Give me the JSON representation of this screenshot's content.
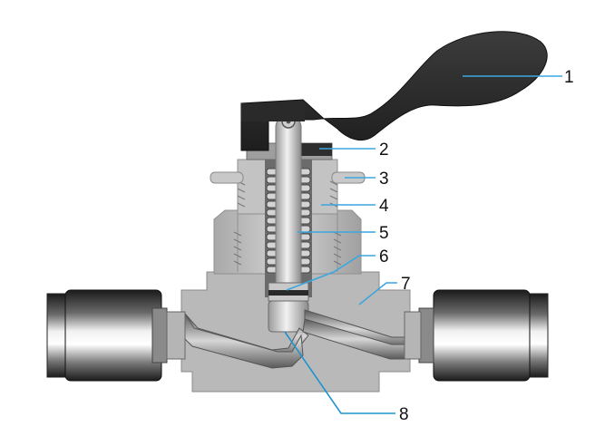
{
  "colors": {
    "leader_line": "#3aa7df",
    "leader_line_lower": "#1f93cf",
    "body": "#b8b8b8",
    "handle": "#2e2e2e",
    "stem": "#d8d8d8",
    "spring": "#c9c9c9",
    "nut_dark": "#1a1a1a"
  },
  "callouts": [
    {
      "id": "1",
      "label": "1"
    },
    {
      "id": "2",
      "label": "2"
    },
    {
      "id": "3",
      "label": "3"
    },
    {
      "id": "4",
      "label": "4"
    },
    {
      "id": "5",
      "label": "5"
    },
    {
      "id": "6",
      "label": "6"
    },
    {
      "id": "7",
      "label": "7"
    },
    {
      "id": "8",
      "label": "8"
    }
  ],
  "icons": {
    "valve": "valve-cross-section-icon"
  }
}
